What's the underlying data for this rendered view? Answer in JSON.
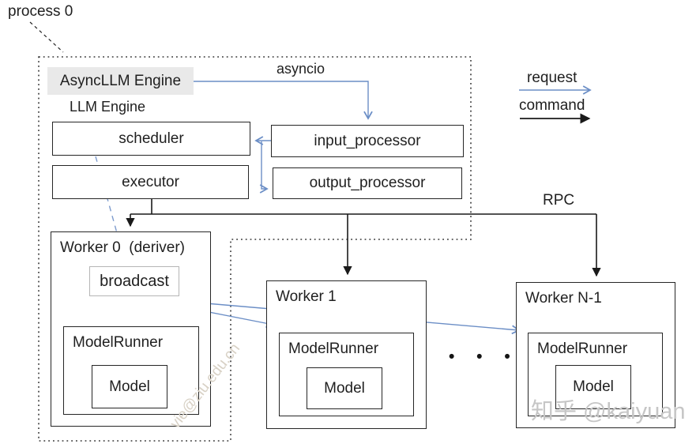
{
  "process": {
    "label": "process 0"
  },
  "engine": {
    "async_label": "AsyncLLM Engine",
    "llm_label": "LLM Engine",
    "scheduler": "scheduler",
    "executor": "executor",
    "input_processor": "input_processor",
    "output_processor": "output_processor",
    "asyncio_label": "asyncio"
  },
  "legend": {
    "request": "request",
    "command": "command"
  },
  "rpc_label": "RPC",
  "workers": [
    {
      "title": "Worker 0  (deriver)",
      "broadcast": "broadcast",
      "runner": "ModelRunner",
      "model": "Model"
    },
    {
      "title": "Worker 1",
      "runner": "ModelRunner",
      "model": "Model"
    },
    {
      "title": "Worker N-1",
      "runner": "ModelRunner",
      "model": "Model"
    }
  ],
  "ellipsis": "• • •",
  "watermarks": {
    "diagonal": "vie@ziu.edu.cn",
    "credit": "知乎 @kaiyuan"
  },
  "colors": {
    "request_blue": "#6b8ec6",
    "command_black": "#1a1a1a",
    "engine_highlight": "#e9e9e9"
  }
}
